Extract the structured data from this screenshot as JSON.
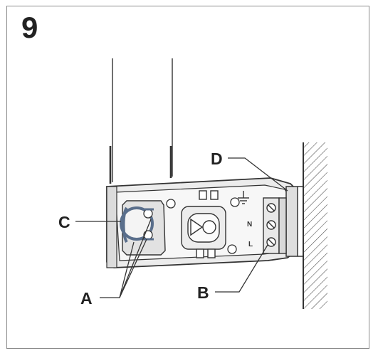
{
  "figure": {
    "step_number": "9",
    "callouts": {
      "a": "A",
      "b": "B",
      "c": "C",
      "d": "D"
    },
    "terminal_marks": {
      "neutral": "N",
      "live": "L"
    },
    "colors": {
      "line": "#333333",
      "housing_fill": "#e6e6e6",
      "wall_hatch": "#555555",
      "clip_blue": "#5a6f8c"
    }
  }
}
